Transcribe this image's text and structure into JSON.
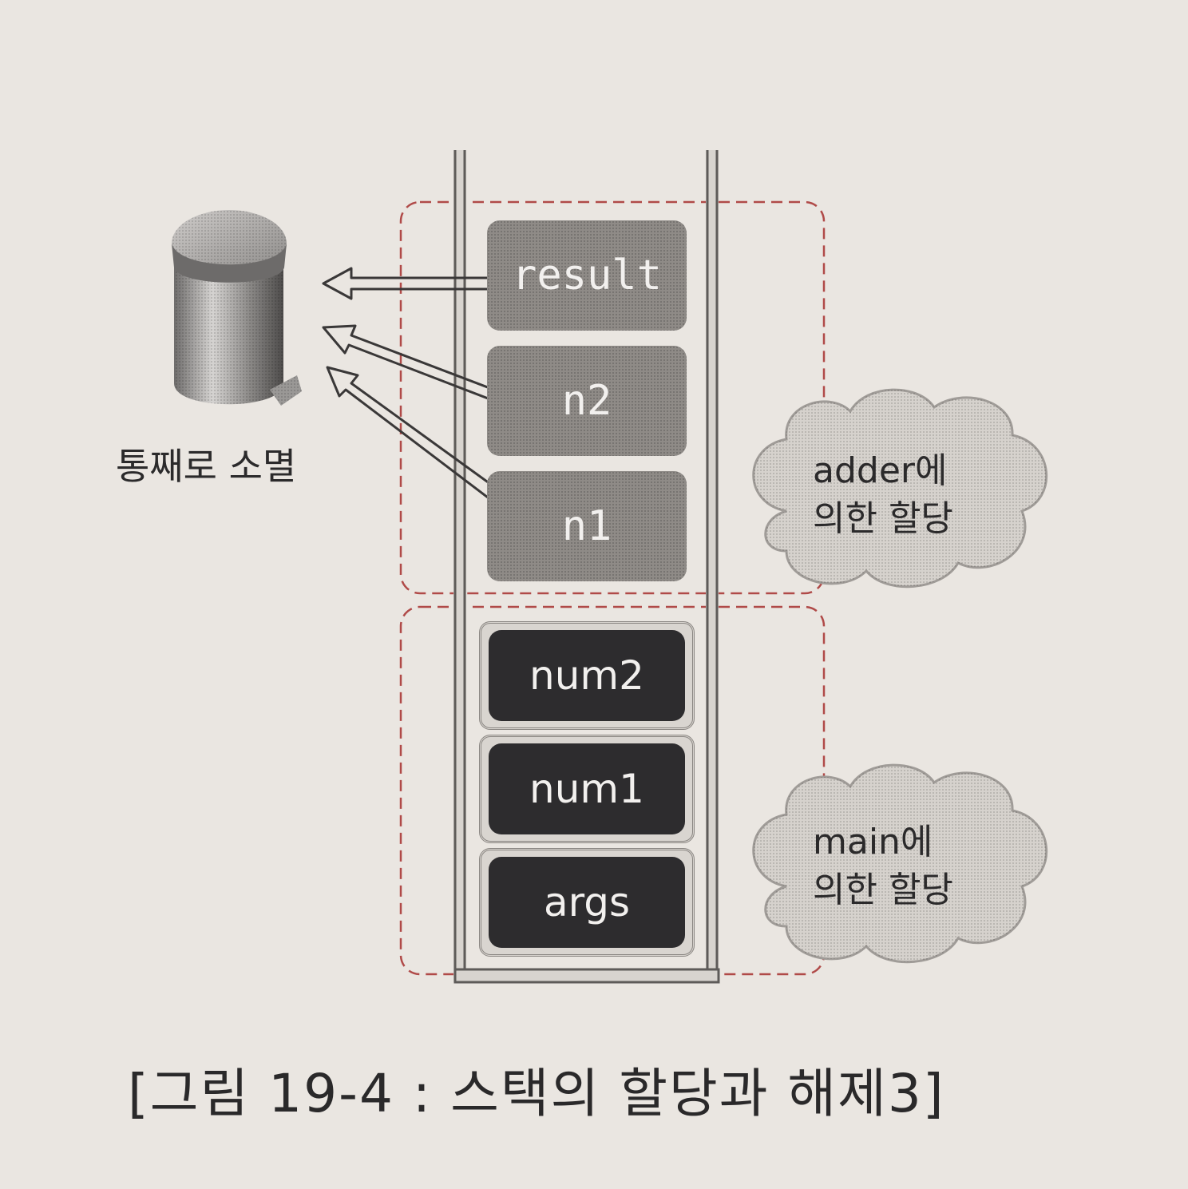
{
  "adder_frame": {
    "blocks": [
      "result",
      "n2",
      "n1"
    ],
    "cloud_line1": "adder에",
    "cloud_line2": "의한 할당"
  },
  "main_frame": {
    "blocks": [
      "num2",
      "num1",
      "args"
    ],
    "cloud_line1": "main에",
    "cloud_line2": "의한 할당"
  },
  "trash": {
    "label": "통째로 소멸",
    "icon": "trash-can-icon"
  },
  "caption": "[그림 19-4 : 스택의 할당과 해제3]",
  "colors": {
    "background": "#eae6e1",
    "adder_block": "#8f8b87",
    "main_block": "#2d2c2e",
    "dashed_frame": "#b04a48",
    "stack_wall": "#5e5b59"
  }
}
